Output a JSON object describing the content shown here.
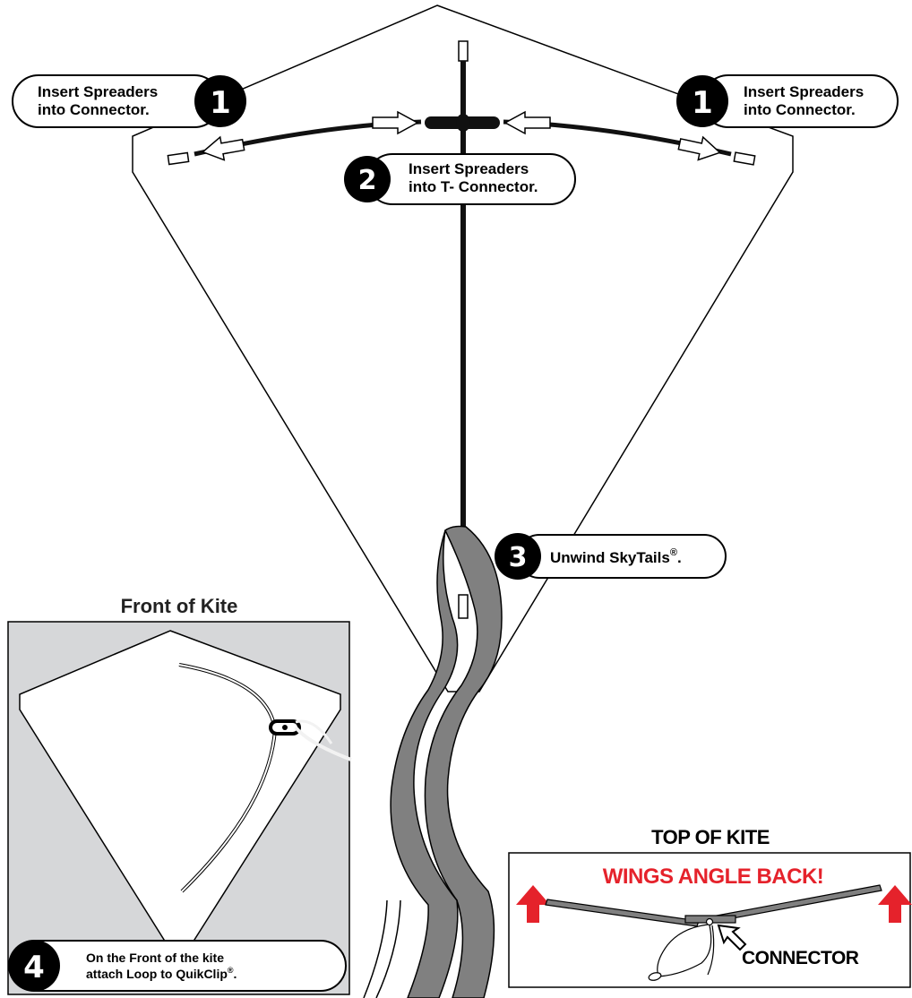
{
  "steps": {
    "step1_left": {
      "number": "1",
      "line1": "Insert Spreaders",
      "line2": "into Connector."
    },
    "step1_right": {
      "number": "1",
      "line1": "Insert Spreaders",
      "line2": "into Connector."
    },
    "step2": {
      "number": "2",
      "line1": "Insert Spreaders",
      "line2": "into T- Connector."
    },
    "step3": {
      "number": "3",
      "text": "Unwind SkyTails",
      "reg": "®",
      "period": "."
    },
    "step4": {
      "number": "4",
      "line1": "On the Front of the kite",
      "line2": "attach Loop to QuikClip",
      "reg": "®",
      "period": "."
    }
  },
  "front_panel": {
    "title": "Front of Kite"
  },
  "top_panel": {
    "title": "TOP OF KITE",
    "warning": "WINGS ANGLE BACK!",
    "connector_label": "CONNECTOR"
  },
  "colors": {
    "warning_red": "#e5222b",
    "tail_gray": "#808080",
    "panel_gray": "#d6d7d9",
    "badge_black": "#000000"
  }
}
